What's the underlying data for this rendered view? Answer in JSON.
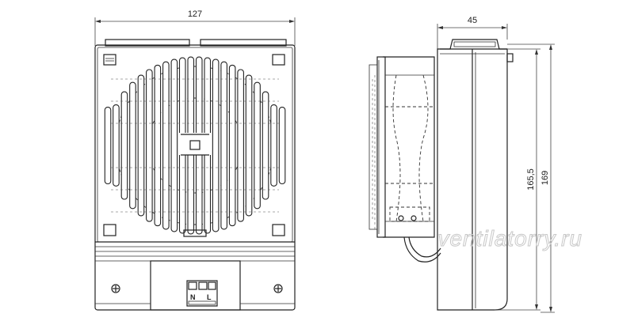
{
  "dimensions": {
    "front_width": "127",
    "side_depth": "45",
    "body_height": "165,5",
    "total_height": "169"
  },
  "terminals": {
    "neutral": "N",
    "line": "L"
  },
  "watermark": "ventilatorry.ru"
}
